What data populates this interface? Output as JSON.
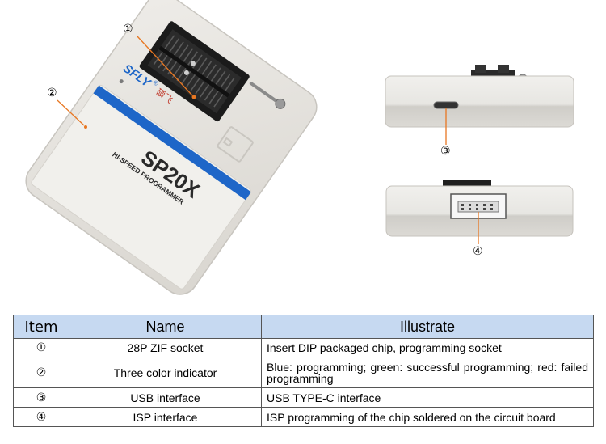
{
  "figure": {
    "brand_text": "SFLY",
    "brand_reg": "®",
    "brand_cn": "硕飞",
    "model": "SP20X",
    "subtitle": "HI-SPEED PROGRAMMER",
    "callouts": [
      "①",
      "②",
      "③",
      "④"
    ]
  },
  "table": {
    "headers": [
      "Item",
      "Name",
      "Illustrate"
    ],
    "rows": [
      {
        "item": "①",
        "name": "28P ZIF socket",
        "illustrate": "Insert DIP packaged chip, programming socket"
      },
      {
        "item": "②",
        "name": "Three color indicator",
        "illustrate": "Blue: programming; green: successful programming; red: failed programming"
      },
      {
        "item": "③",
        "name": "USB interface",
        "illustrate": "USB TYPE-C interface"
      },
      {
        "item": "④",
        "name": "ISP interface",
        "illustrate": "ISP programming of the chip soldered on the circuit board"
      }
    ]
  },
  "colors": {
    "device_body": "#e6e4df",
    "stripe_blue": "#1e66c8",
    "leader_orange": "#e87722",
    "header_fill": "#c6d9f1",
    "socket_black": "#1b1b1b"
  }
}
